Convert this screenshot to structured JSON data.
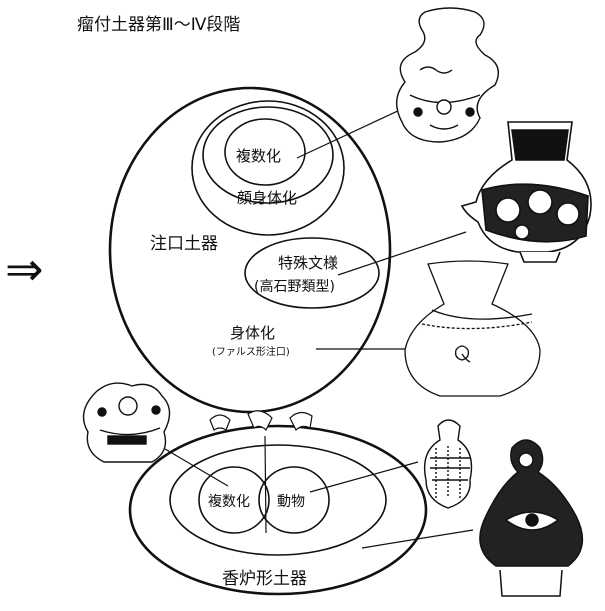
{
  "title": "瘤付土器第Ⅲ〜Ⅳ段階",
  "arrow_symbol": "⇒",
  "upper_group": {
    "label": "注口土器",
    "inner": {
      "top": "複数化",
      "bottom": "顔身体化"
    },
    "special": {
      "line1": "特殊文様",
      "line2": "(高石野類型)"
    },
    "body": {
      "line1": "身体化",
      "line2": "(ファルス形注口)"
    }
  },
  "lower_group": {
    "label": "香炉形土器",
    "left": "複数化",
    "right": "動物"
  },
  "colors": {
    "line": "#111111",
    "background": "#ffffff"
  }
}
